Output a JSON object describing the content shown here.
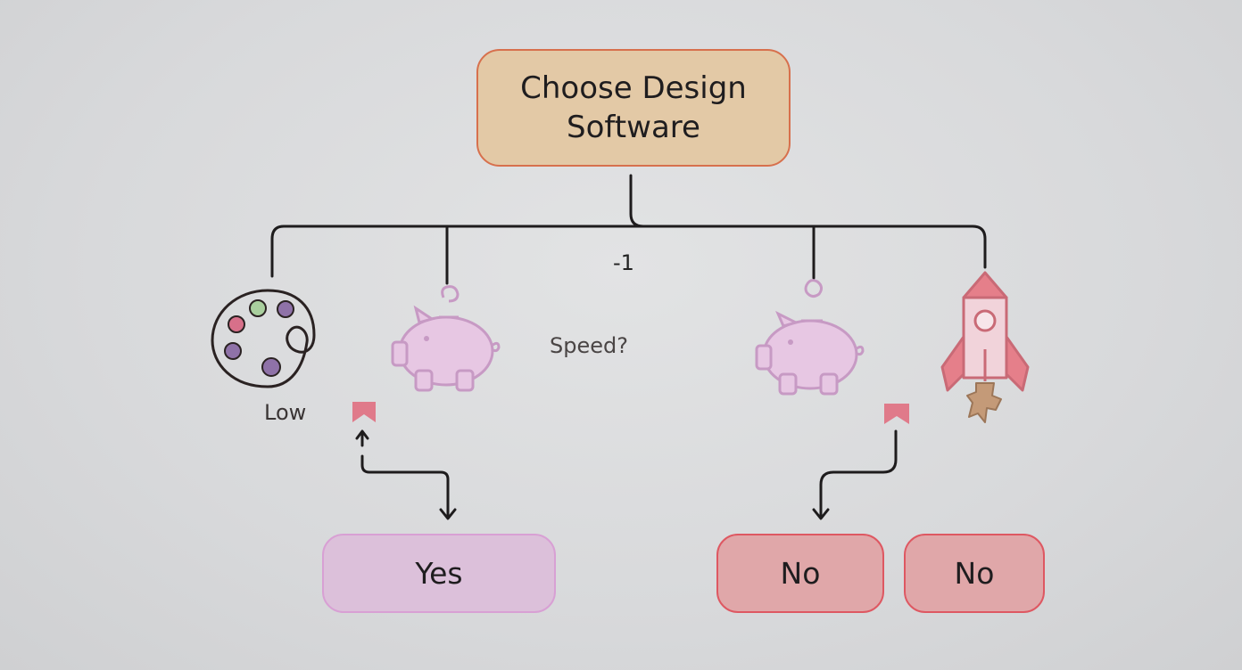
{
  "root": {
    "label": "Choose Design Software"
  },
  "labels": {
    "low": "Low",
    "speed": "Speed?",
    "minus": "-1"
  },
  "outcomes": {
    "yes": "Yes",
    "no_1": "No",
    "no_2": "No"
  },
  "icons": [
    "palette-icon",
    "piggy-bank-icon",
    "piggy-bank-icon",
    "rocket-icon",
    "flag-icon",
    "flag-icon"
  ],
  "colors": {
    "root_fill": "#e3c9a6",
    "root_border": "#d7704d",
    "yes_fill": "#dcc0da",
    "no_fill": "#e0a7a9",
    "no_border": "#de5862",
    "piggy": "#e7c7e3",
    "rocket": "#eaa0a8",
    "connector": "#1e1c1d"
  }
}
